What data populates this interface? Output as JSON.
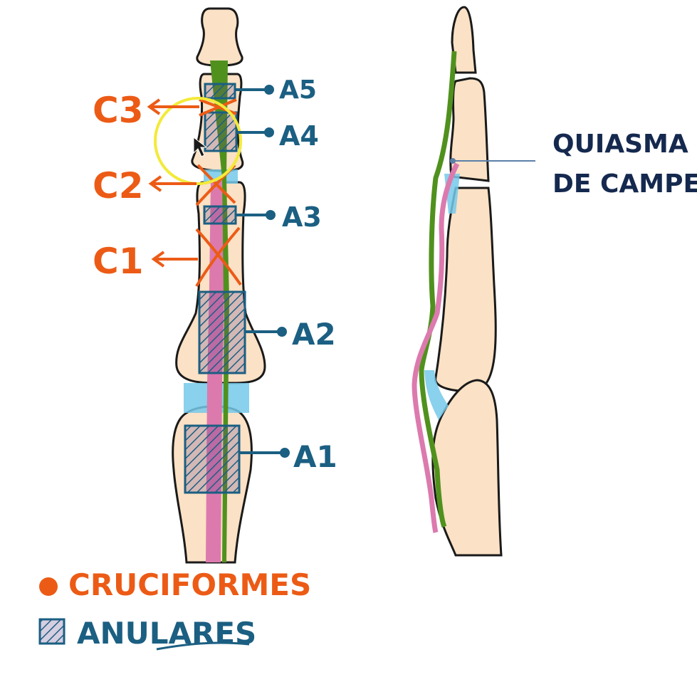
{
  "colors": {
    "bone": "#fbe1c5",
    "outline": "#1a1a1a",
    "sheath": "#76c9ea",
    "profundus": "#50911e",
    "superficialis": "#dc7aae",
    "cruciform": "#ec5b16",
    "annular": "#1b5f82",
    "note": "#15294f",
    "highlight": "#f3ea3a"
  },
  "labels": {
    "c3": "C3",
    "c2": "C2",
    "c1": "C1",
    "a5": "A5",
    "a4": "A4",
    "a3": "A3",
    "a2": "A2",
    "a1": "A1",
    "camper_line1": "QUIASMA",
    "camper_line2": "DE CAMPER"
  },
  "legend": {
    "cruciform": "CRUCIFORMES",
    "annular": "ANULARES"
  },
  "icons": [
    "cursor-arrow-icon",
    "legend-dot-icon",
    "legend-hatch-icon"
  ]
}
